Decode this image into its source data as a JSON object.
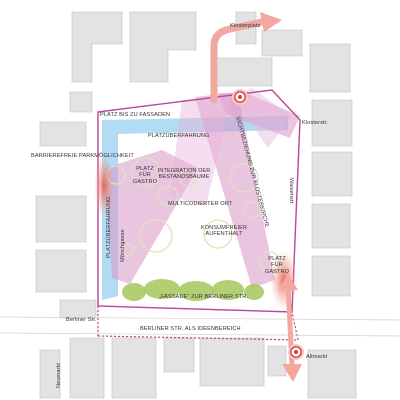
{
  "colors": {
    "building": "#e3e3e3",
    "building_outline": "#bdbdbd",
    "site_outline": "#b7479b",
    "blue_strip": "#a9d8f3",
    "magenta_band": "#e2a8d2",
    "green_facade": "#a6c75a",
    "tree_outline": "#dfe3b8",
    "arrow": "#f2a89e",
    "marker_red": "#d9403a"
  },
  "labels": {
    "klosterplatz": "Klosterplatz",
    "platz_bis_zu_fassaden": "PLATZ BIS ZU FASSADEN",
    "klosterstr": "Klosterstr.",
    "platzueberfahrung_top": "PLATZÜBERFAHRUNG",
    "sichtbeziehung": "SICHTBEZIEHUNG ZUR KLOSTERKIRCHE",
    "barrierefreie": "BARRIEREFREIE PARKMÖGLICHKEIT",
    "platz_fuer_gastro_left": "PLATZ FÜR GASTRO",
    "integration": "INTEGRATION DER BESTANDSBÄUME",
    "waisenstr": "Waisenstr.",
    "multicodierter_ort": "MULTICODIERTER ORT",
    "platzueberfahrung_side": "PLATZÜBERFAHRUNG",
    "moenchgasse": "Mönchgasse",
    "konsumfreier": "KONSUMFREIER AUFENTHALT",
    "platz_fuer_gastro_right": "PLATZ FÜR GASTRO",
    "fassade": "„FASSADE“ ZUR BERLINER STR.",
    "berliner_str": "Berliner Str.",
    "berliner_ideenbereich": "BERLINER STR. ALS IDEENBEREICH",
    "neumarkt": "Neumarkt",
    "altmarkt": "Altmarkt"
  },
  "icons": {
    "viewpoints": "eye-marker-icon",
    "arrows": "arrow-icon"
  }
}
